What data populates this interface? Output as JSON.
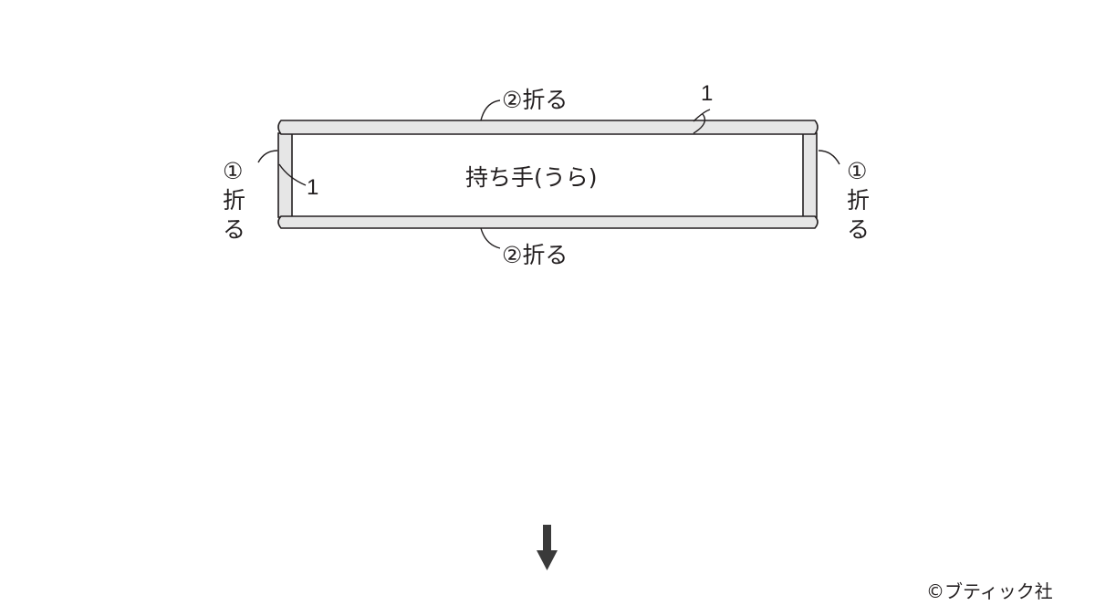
{
  "diagram": {
    "center_label": "持ち手(うら)",
    "fold_top": "②折る",
    "fold_bottom": "②折る",
    "fold_left_num": "①",
    "fold_left_1": "折",
    "fold_left_2": "る",
    "fold_right_num": "①",
    "fold_right_1": "折",
    "fold_right_2": "る",
    "measure_top": "1",
    "measure_left": "1"
  },
  "copyright": "©ブティック社"
}
